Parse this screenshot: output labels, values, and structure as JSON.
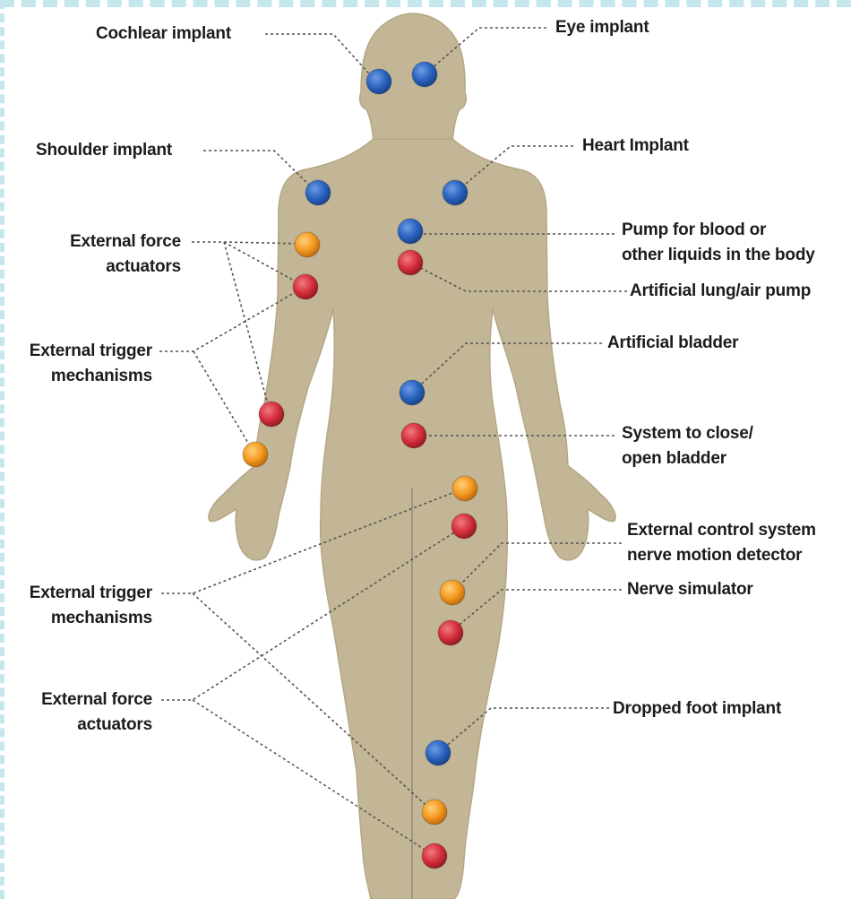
{
  "colors": {
    "body": "#c3b696",
    "body_outline": "#b3a785",
    "midline": "#9c9580",
    "leader": "#555555",
    "implant_blue": "#2a64c0",
    "implant_red": "#d6303d",
    "implant_orange": "#f59a22",
    "frame": "#c6e6ee"
  },
  "labels": {
    "cochlear": "Cochlear implant",
    "eye": "Eye implant",
    "shoulder": "Shoulder implant",
    "heart": "Heart Implant",
    "force_upper": [
      "External force",
      "actuators"
    ],
    "trigger_upper": [
      "External trigger",
      "mechanisms"
    ],
    "pump": [
      "Pump for blood or",
      "other liquids in the body"
    ],
    "lung": "Artificial lung/air pump",
    "bladder": "Artificial bladder",
    "close_bladder": [
      "System to close/",
      "open bladder"
    ],
    "control": [
      "External control system",
      "nerve motion detector"
    ],
    "nerve": "Nerve simulator",
    "trigger_lower": [
      "External trigger",
      "mechanisms"
    ],
    "force_lower": [
      "External force",
      "actuators"
    ],
    "foot": "Dropped foot implant"
  },
  "implants": [
    {
      "id": "cochlear",
      "color": "blue"
    },
    {
      "id": "eye",
      "color": "blue"
    },
    {
      "id": "shoulder",
      "color": "blue"
    },
    {
      "id": "heart",
      "color": "blue"
    },
    {
      "id": "pump",
      "color": "blue"
    },
    {
      "id": "lung",
      "color": "red"
    },
    {
      "id": "arm-actuator",
      "color": "orange"
    },
    {
      "id": "arm-trigger",
      "color": "red"
    },
    {
      "id": "bladder",
      "color": "blue"
    },
    {
      "id": "close-bladder",
      "color": "red"
    },
    {
      "id": "forearm-trigger",
      "color": "red"
    },
    {
      "id": "forearm-actuator",
      "color": "orange"
    },
    {
      "id": "thigh-actuator",
      "color": "orange"
    },
    {
      "id": "thigh-trigger",
      "color": "red"
    },
    {
      "id": "knee-detector",
      "color": "orange"
    },
    {
      "id": "knee-simulator",
      "color": "red"
    },
    {
      "id": "foot",
      "color": "blue"
    },
    {
      "id": "ankle-actuator",
      "color": "orange"
    },
    {
      "id": "ankle-trigger",
      "color": "red"
    }
  ]
}
